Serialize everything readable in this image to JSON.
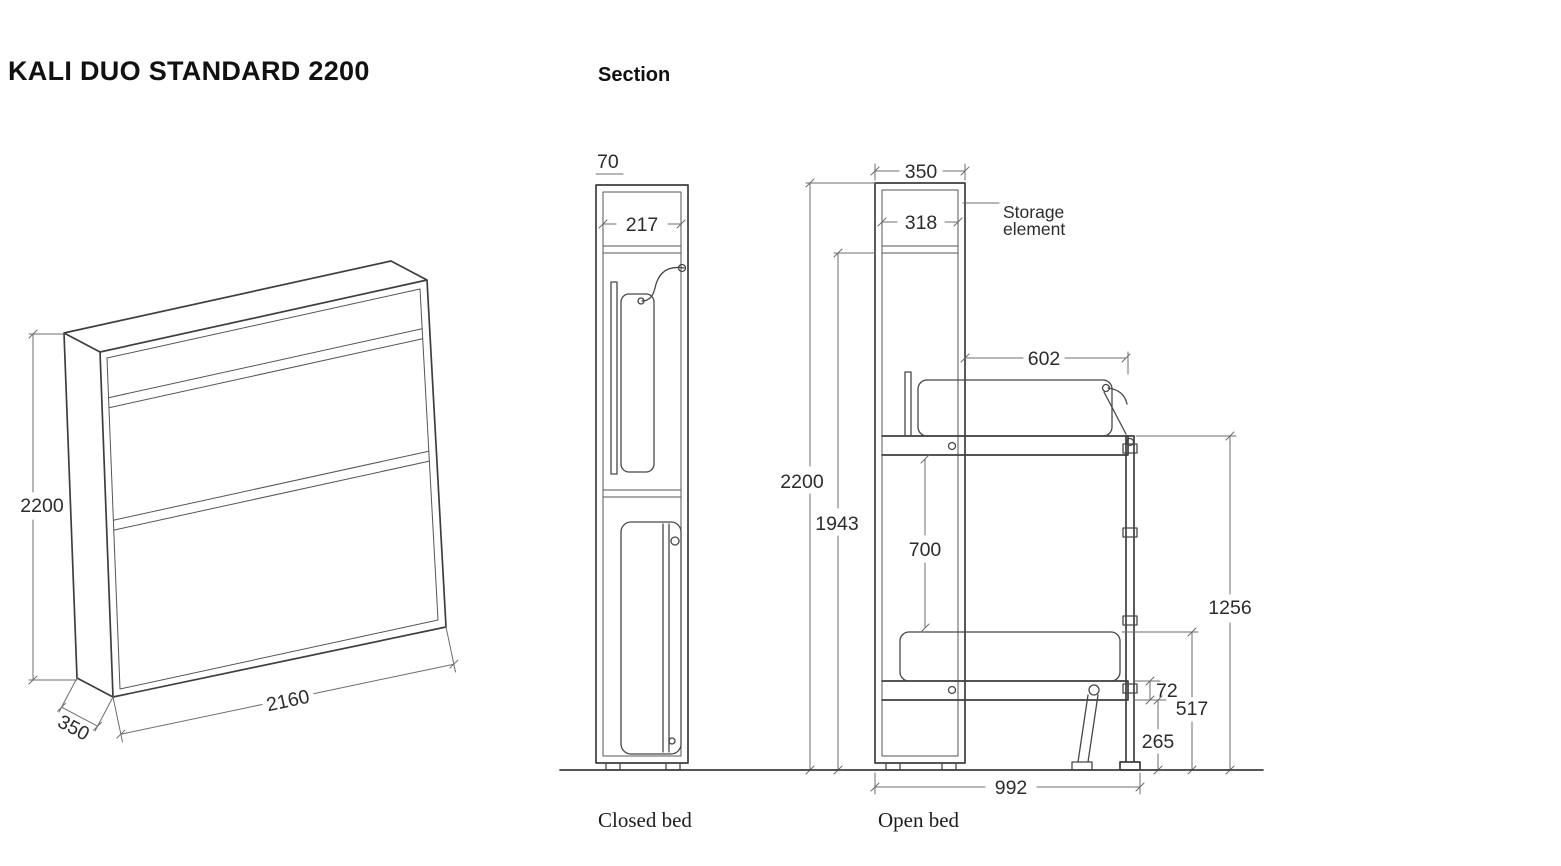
{
  "title": "KALI DUO STANDARD 2200",
  "section_heading": "Section",
  "isometric": {
    "height": "2200",
    "width": "2160",
    "depth": "350"
  },
  "closed_bed": {
    "label": "Closed bed",
    "wall_gap": "70",
    "shelf_depth": "217"
  },
  "open_bed": {
    "label": "Open bed",
    "cabinet_depth": "350",
    "shelf_depth": "318",
    "storage_line1": "Storage",
    "storage_line2": "element",
    "bed_extension": "602",
    "total_height": "2200",
    "clearance_height": "1943",
    "bunk_clearance": "700",
    "upper_bed_height": "1256",
    "platform_thickness": "72",
    "mattress_top_height": "517",
    "platform_bottom_height": "265",
    "open_depth": "992"
  },
  "colors": {
    "background": "#ffffff",
    "drawing_line": "#3e3e3e",
    "dimension_line": "#6d6d6d",
    "text": "#2c2c2c"
  }
}
